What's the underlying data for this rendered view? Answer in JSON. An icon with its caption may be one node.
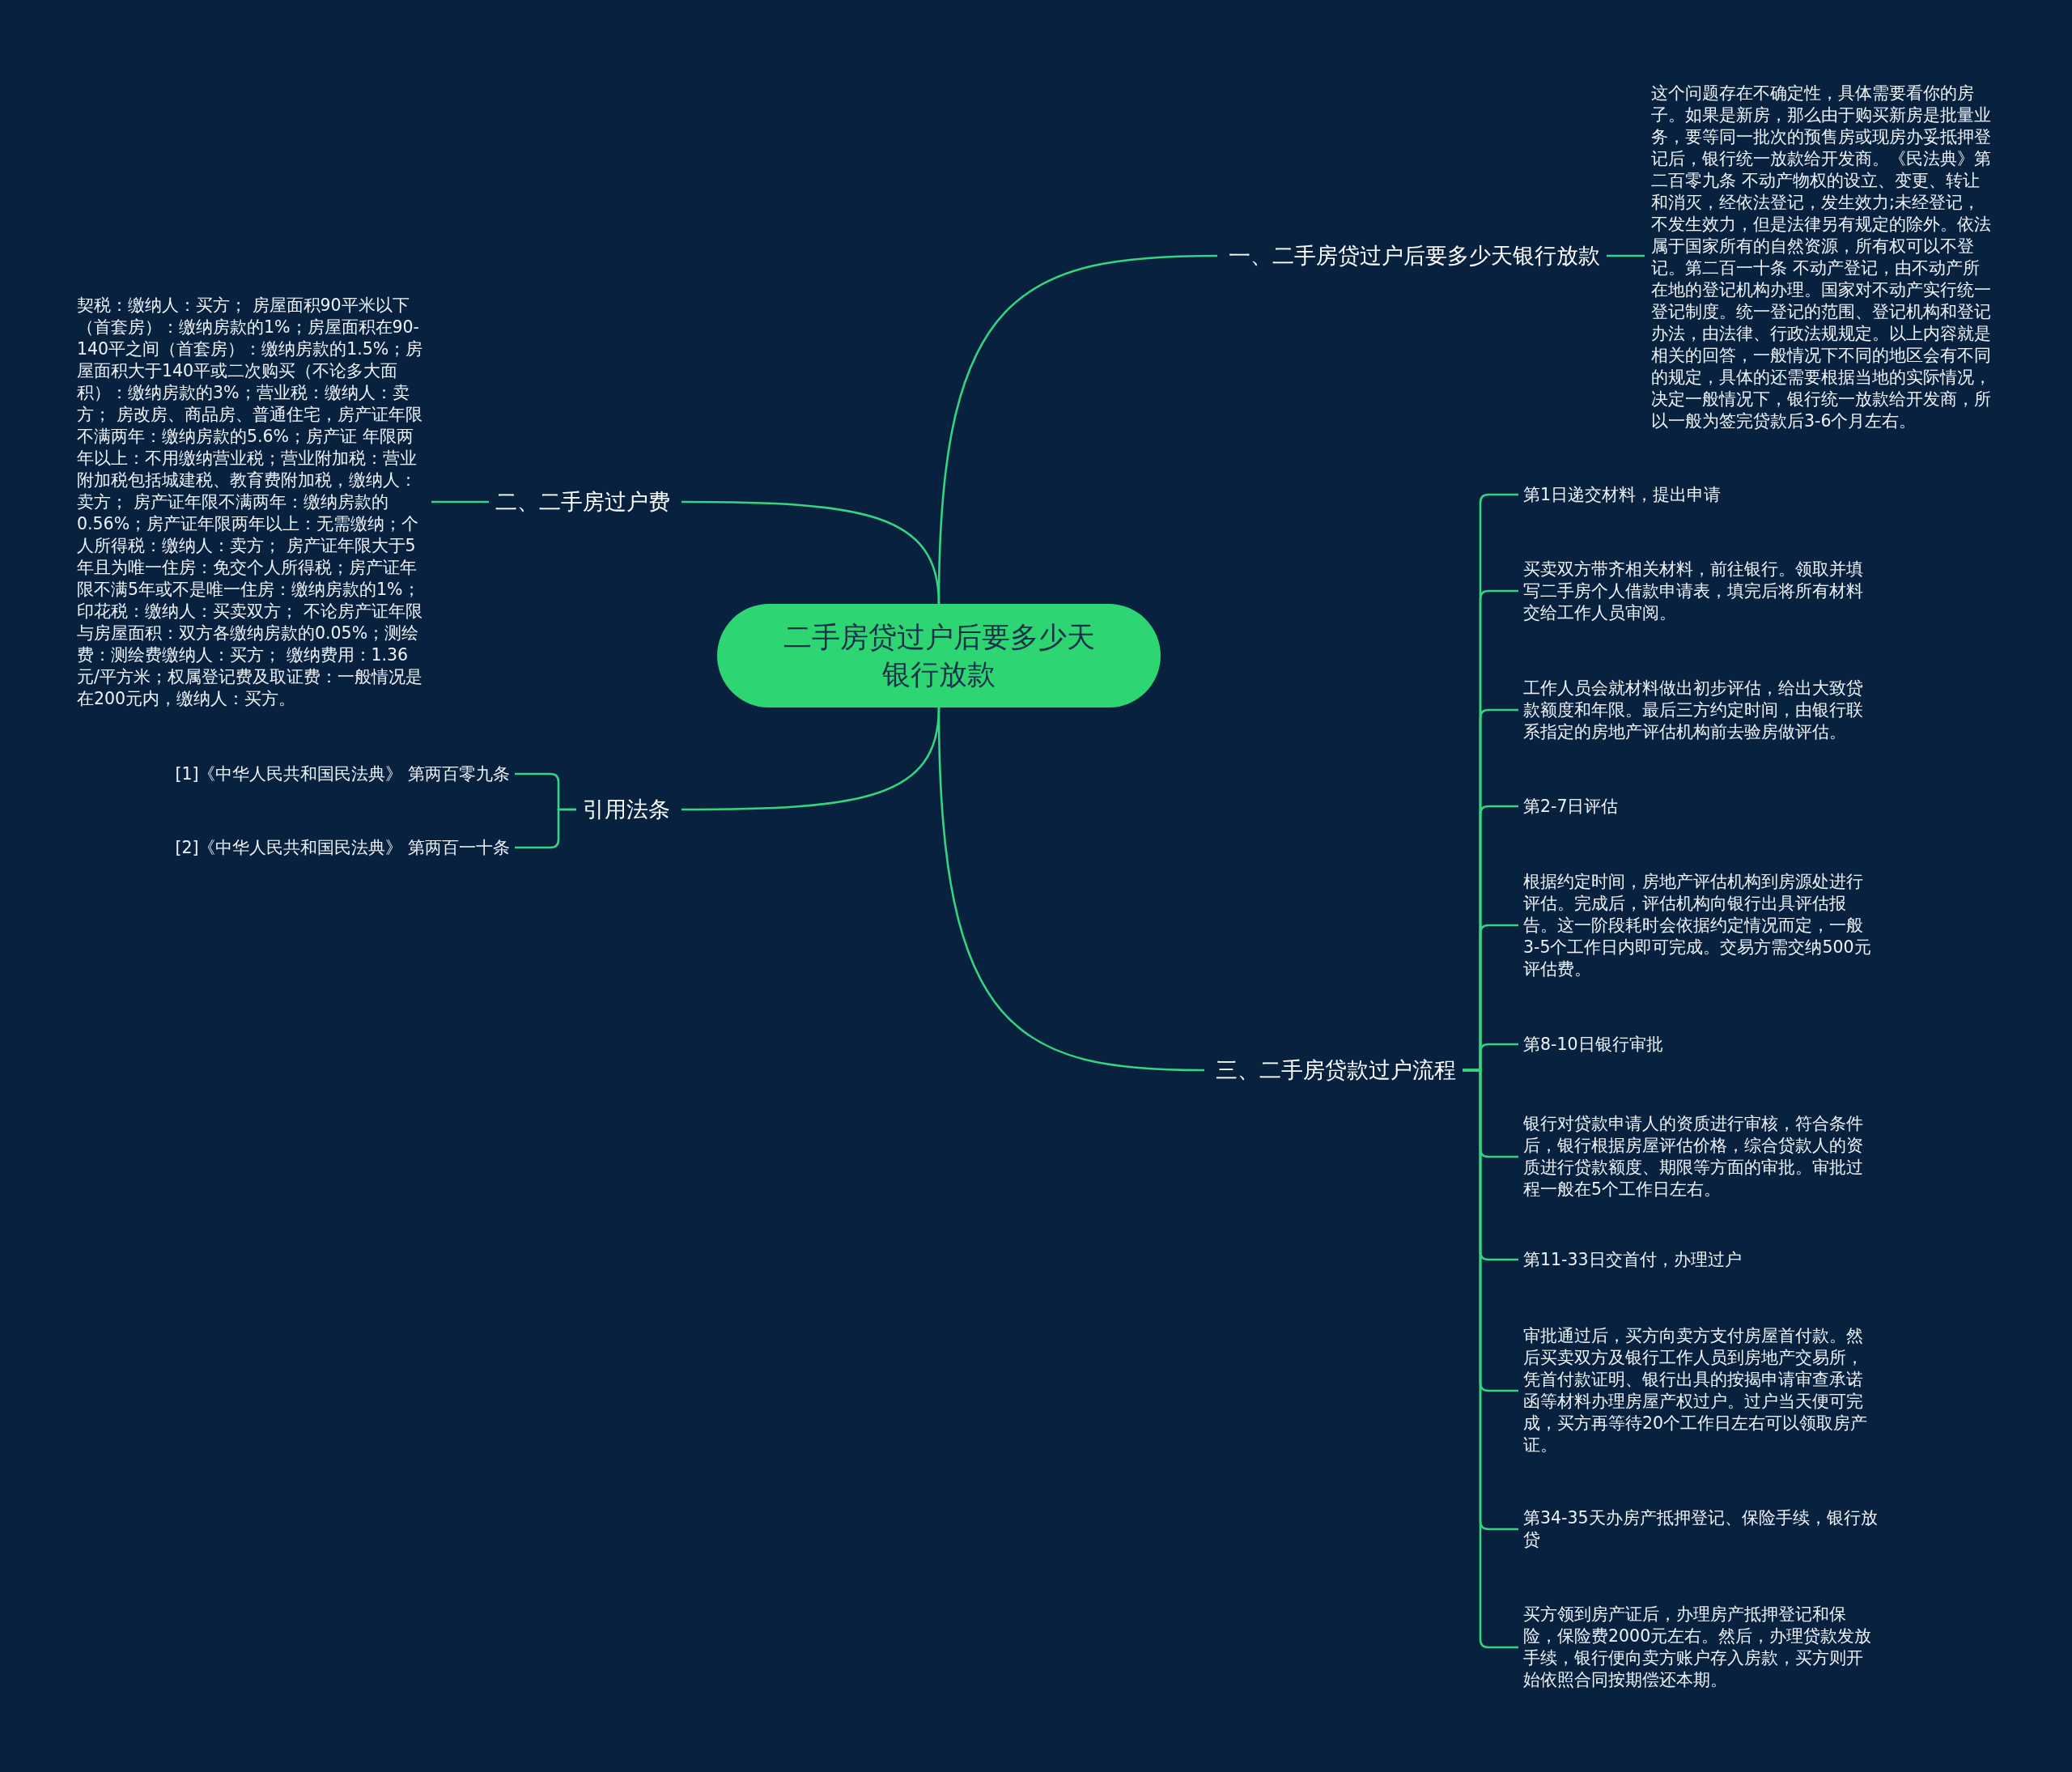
{
  "diagram": {
    "nodes": [
      {
        "text": [
          "二手房贷过户后要多少天银行放款"
        ]
      },
      {
        "text": [
          "一、二手房贷过户后要多少天银行放款"
        ]
      },
      {
        "text": [
          "这个问题存在不确定性，具体需要看你的房子。如果是新房，那么由于购买新房是批量业务，要等同一批次的预售房或现房办妥抵押登记后，银行统一放款给开发商。《民法典》第二百零九条 不动产物权的设立、变更、转让和消灭，经依法登记，发生效力;未经登记，不发生效力，但是法律另有规定的除外。依法属于国家所有的自然资源，所有权可以不登记。第二百一十条 不动产登记，由不动产所在地的登记机构办理。国家对不动产实行统一登记制度。统一登记的范围、登记机构和登记办法，由法律、行政法规规定。以上内容就是相关的回答，一般情况下不同的地区会有不同的规定，具体的还需要根据当地的实际情况，决定一般情况下，银行统一放款给开发商，所以一般为签完贷款后3-6个月左右。"
        ]
      },
      {
        "text": [
          "二、二手房过户费"
        ]
      },
      {
        "text": [
          "契税：缴纳人：买方； 房屋面积90平米以下（首套房）：缴纳房款的1%；房屋面积在90-140平之间（首套房）：缴纳房款的1.5%；房屋面积大于140平或二次购买（不论多大面积）：缴纳房款的3%；营业税：缴纳人：卖方； 房改房、商品房、普通住宅，房产证年限不满两年：缴纳房款的5.6%；房产证 年限两年以上：不用缴纳营业税；营业附加税：营业附加税包括城建税、教育费附加税，缴纳人：卖方； 房产证年限不满两年：缴纳房款的0.56%；房产证年限两年以上：无需缴纳；个人所得税：缴纳人：卖方； 房产证年限大于5年且为唯一住房：免交个人所得税；房产证年限不满5年或不是唯一住房：缴纳房款的1%；印花税：缴纳人：买卖双方； 不论房产证年限与房屋面积：双方各缴纳房款的0.05%；测绘费：测绘费缴纳人：买方； 缴纳费用：1.36元/平方米；权属登记费及取证费：一般情况是在200元内，缴纳人：买方。"
        ]
      },
      {
        "text": [
          "引用法条"
        ]
      },
      {
        "text": [
          "[1]《中华人民共和国民法典》 第两百零九条"
        ]
      },
      {
        "text": [
          "[2]《中华人民共和国民法典》 第两百一十条"
        ]
      },
      {
        "text": [
          "三、二手房贷款过户流程"
        ]
      },
      {
        "text": [
          "第1日递交材料，提出申请"
        ]
      },
      {
        "text": [
          "买卖双方带齐相关材料，前往银行。领取并填写二手房个人借款申请表，填完后将所有材料交给工作人员审阅。"
        ]
      },
      {
        "text": [
          "工作人员会就材料做出初步评估，给出大致贷款额度和年限。最后三方约定时间，由银行联系指定的房地产评估机构前去验房做评估。"
        ]
      },
      {
        "text": [
          "第2-7日评估"
        ]
      },
      {
        "text": [
          "根据约定时间，房地产评估机构到房源处进行评估。完成后，评估机构向银行出具评估报告。这一阶段耗时会依据约定情况而定，一般3-5个工作日内即可完成。交易方需交纳500元评估费。"
        ]
      },
      {
        "text": [
          "第8-10日银行审批"
        ]
      },
      {
        "text": [
          "银行对贷款申请人的资质进行审核，符合条件后，银行根据房屋评估价格，综合贷款人的资质进行贷款额度、期限等方面的审批。审批过程一般在5个工作日左右。"
        ]
      },
      {
        "text": [
          "第11-33日交首付，办理过户"
        ]
      },
      {
        "text": [
          "审批通过后，买方向卖方支付房屋首付款。然后买卖双方及银行工作人员到房地产交易所，凭首付款证明、银行出具的按揭申请审查承诺函等材料办理房屋产权过户。过户当天便可完成，买方再等待20个工作日左右可以领取房产证。"
        ]
      },
      {
        "text": [
          "第34-35天办房产抵押登记、保险手续，银行放贷"
        ]
      },
      {
        "text": [
          "买方领到房产证后，办理房产抵押登记和保险，保险费2000元左右。然后，办理贷款发放手续，银行便向卖方账户存入房款，买方则开始依照合同按期偿还本期。"
        ]
      }
    ],
    "edges": [
      {
        "from": 0,
        "to": 1,
        "arrow": "none"
      },
      {
        "from": 1,
        "to": 2,
        "arrow": "none"
      },
      {
        "from": 0,
        "to": 3,
        "arrow": "none"
      },
      {
        "from": 3,
        "to": 4,
        "arrow": "none"
      },
      {
        "from": 0,
        "to": 5,
        "arrow": "none"
      },
      {
        "from": 5,
        "to": 6,
        "arrow": "none"
      },
      {
        "from": 5,
        "to": 7,
        "arrow": "none"
      },
      {
        "from": 0,
        "to": 8,
        "arrow": "none"
      },
      {
        "from": 8,
        "to": 9,
        "arrow": "none"
      },
      {
        "from": 8,
        "to": 10,
        "arrow": "none"
      },
      {
        "from": 8,
        "to": 11,
        "arrow": "none"
      },
      {
        "from": 8,
        "to": 12,
        "arrow": "none"
      },
      {
        "from": 8,
        "to": 13,
        "arrow": "none"
      },
      {
        "from": 8,
        "to": 14,
        "arrow": "none"
      },
      {
        "from": 8,
        "to": 15,
        "arrow": "none"
      },
      {
        "from": 8,
        "to": 16,
        "arrow": "none"
      },
      {
        "from": 8,
        "to": 17,
        "arrow": "none"
      },
      {
        "from": 8,
        "to": 18,
        "arrow": "none"
      },
      {
        "from": 8,
        "to": 19,
        "arrow": "none"
      }
    ]
  }
}
